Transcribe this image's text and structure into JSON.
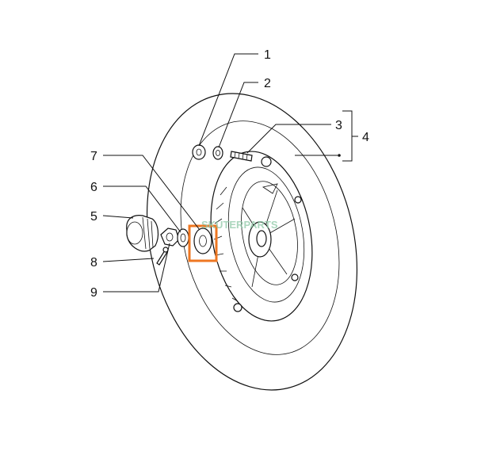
{
  "callouts": [
    {
      "id": "1",
      "label": "1"
    },
    {
      "id": "2",
      "label": "2"
    },
    {
      "id": "3",
      "label": "3"
    },
    {
      "id": "4",
      "label": "4"
    },
    {
      "id": "5",
      "label": "5"
    },
    {
      "id": "6",
      "label": "6"
    },
    {
      "id": "7",
      "label": "7"
    },
    {
      "id": "8",
      "label": "8"
    },
    {
      "id": "9",
      "label": "9"
    }
  ],
  "colors": {
    "line": "#111111",
    "highlight": "#ee7722",
    "watermark": "#8fc9a8"
  },
  "watermark_text": "SKUTERPARTS"
}
